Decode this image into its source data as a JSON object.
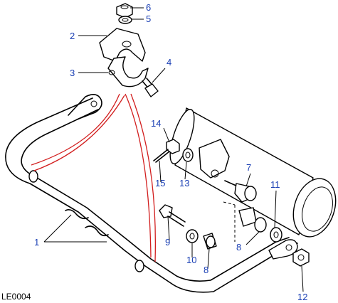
{
  "diagram": {
    "reference_code": "LE0004",
    "callouts": [
      {
        "id": "c1",
        "text": "1"
      },
      {
        "id": "c2",
        "text": "2"
      },
      {
        "id": "c3",
        "text": "3"
      },
      {
        "id": "c4",
        "text": "4"
      },
      {
        "id": "c5",
        "text": "5"
      },
      {
        "id": "c6",
        "text": "6"
      },
      {
        "id": "c7",
        "text": "7"
      },
      {
        "id": "c8a",
        "text": "8"
      },
      {
        "id": "c8b",
        "text": "8"
      },
      {
        "id": "c9",
        "text": "9"
      },
      {
        "id": "c10",
        "text": "10"
      },
      {
        "id": "c11",
        "text": "11"
      },
      {
        "id": "c12",
        "text": "12"
      },
      {
        "id": "c13",
        "text": "13"
      },
      {
        "id": "c14",
        "text": "14"
      },
      {
        "id": "c15",
        "text": "15"
      }
    ],
    "colors": {
      "callout": "#1a3fb4",
      "assembly_lines": "#d21e1e",
      "outline": "#000000"
    }
  }
}
